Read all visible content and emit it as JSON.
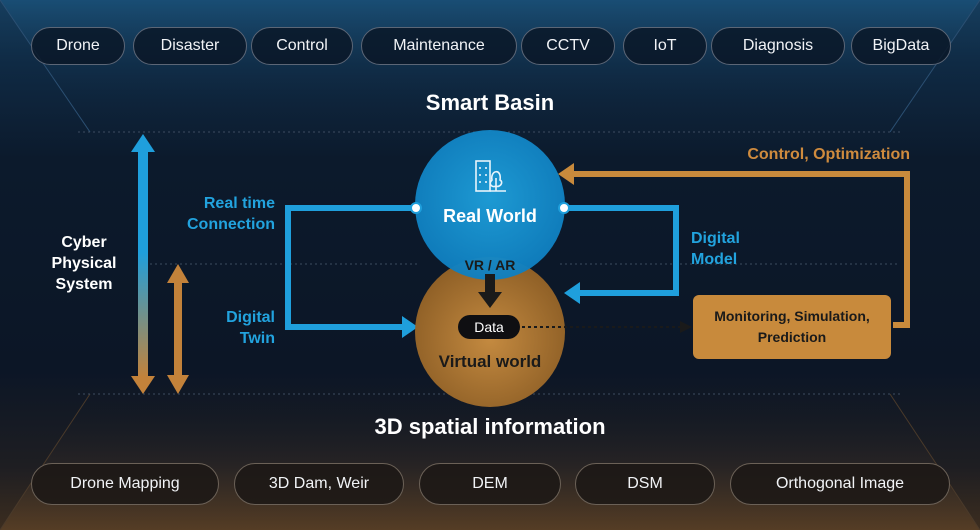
{
  "top_tags": [
    "Drone",
    "Disaster",
    "Control",
    "Maintenance",
    "CCTV",
    "IoT",
    "Diagnosis",
    "BigData"
  ],
  "bottom_tags": [
    "Drone Mapping",
    "3D Dam, Weir",
    "DEM",
    "DSM",
    "Orthogonal Image"
  ],
  "titles": {
    "top": "Smart Basin",
    "bottom": "3D spatial information"
  },
  "left": {
    "cps_line1": "Cyber",
    "cps_line2": "Physical",
    "cps_line3": "System"
  },
  "labels": {
    "realtime_line1": "Real time",
    "realtime_line2": "Connection",
    "twin_line1": "Digital",
    "twin_line2": "Twin",
    "model_line1": "Digital",
    "model_line2": "Model",
    "control": "Control, Optimization"
  },
  "circles": {
    "real": "Real World",
    "virtual": "Virtual world",
    "vrar": "VR / AR",
    "data": "Data"
  },
  "box": {
    "line1": "Monitoring, Simulation,",
    "line2": "Prediction"
  },
  "colors": {
    "blue": "#22a3de",
    "orange": "#c8843a",
    "box": "#c88a3c"
  }
}
